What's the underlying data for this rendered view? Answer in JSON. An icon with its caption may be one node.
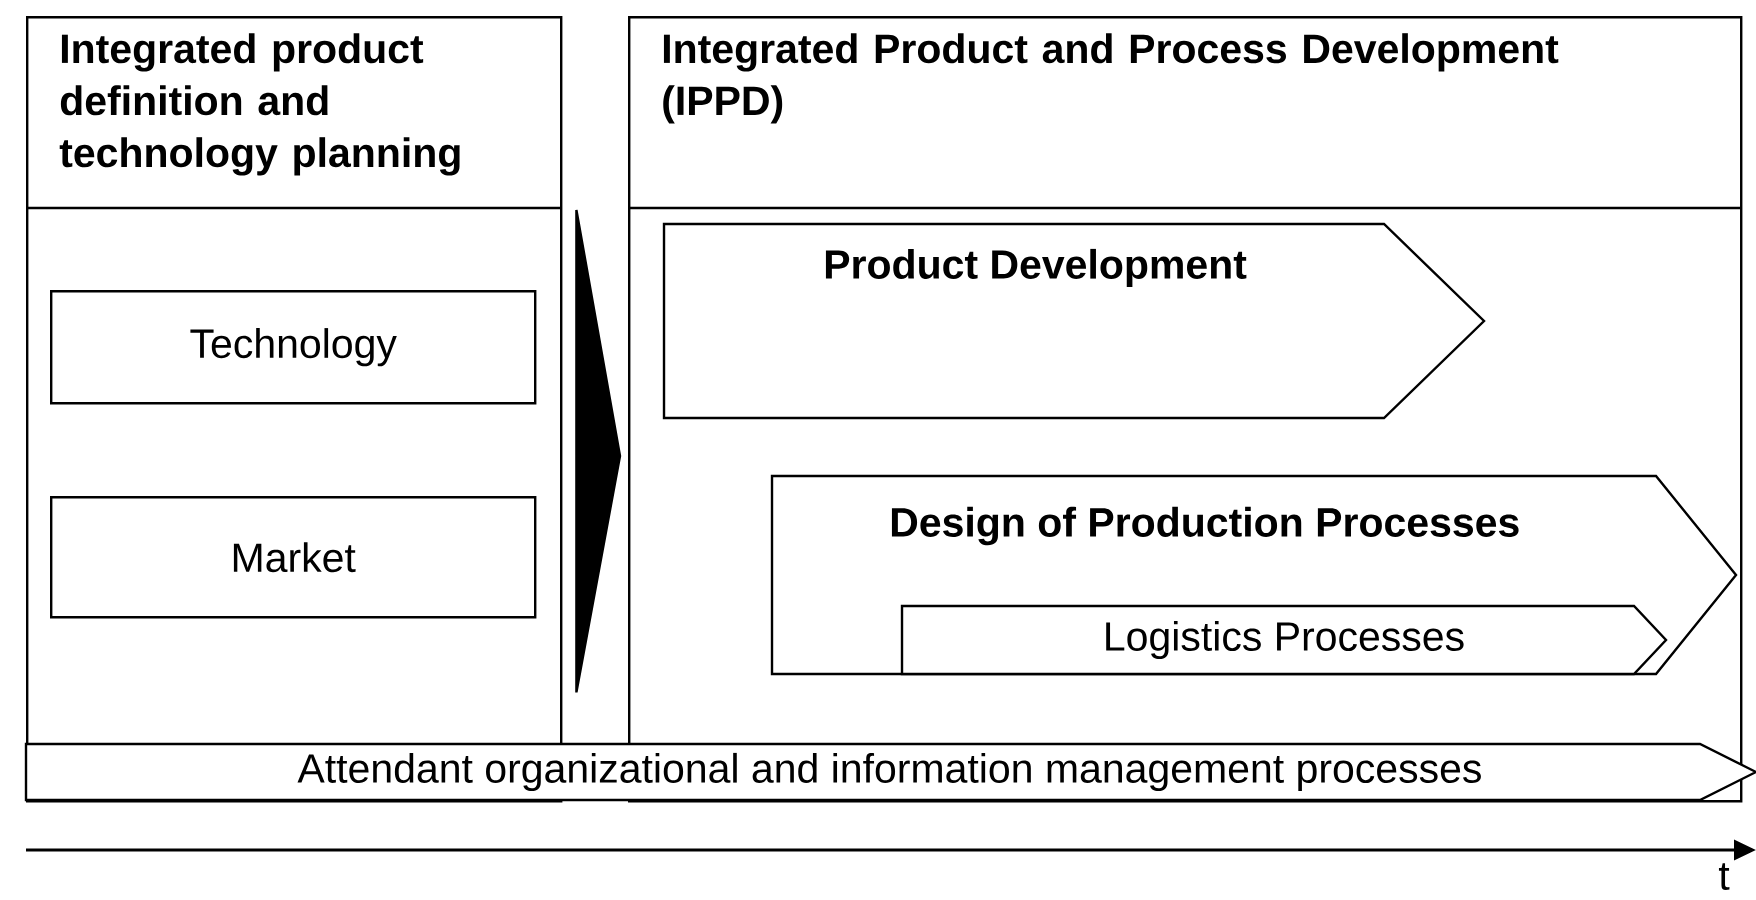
{
  "diagram": {
    "nodes": [
      {
        "text": [
          "Integrated product definition and technology planning"
        ]
      },
      {
        "text": [
          "Technology"
        ],
        "in": 0
      },
      {
        "text": [
          "Market"
        ],
        "in": 0
      },
      {
        "text": [
          "Integrated Product and Process Development (IPPD)"
        ]
      },
      {
        "text": [
          "Product Development"
        ],
        "in": 3
      },
      {
        "text": [
          "Design of Production Processes"
        ],
        "in": 3
      },
      {
        "text": [
          "Logistics Processes"
        ],
        "in": 5
      },
      {
        "text": [
          "Attendant organizational and information management processes"
        ]
      }
    ],
    "edges": [
      {
        "from": 0,
        "to": 3,
        "arrow": "to"
      }
    ],
    "labels": [
      "t"
    ]
  }
}
